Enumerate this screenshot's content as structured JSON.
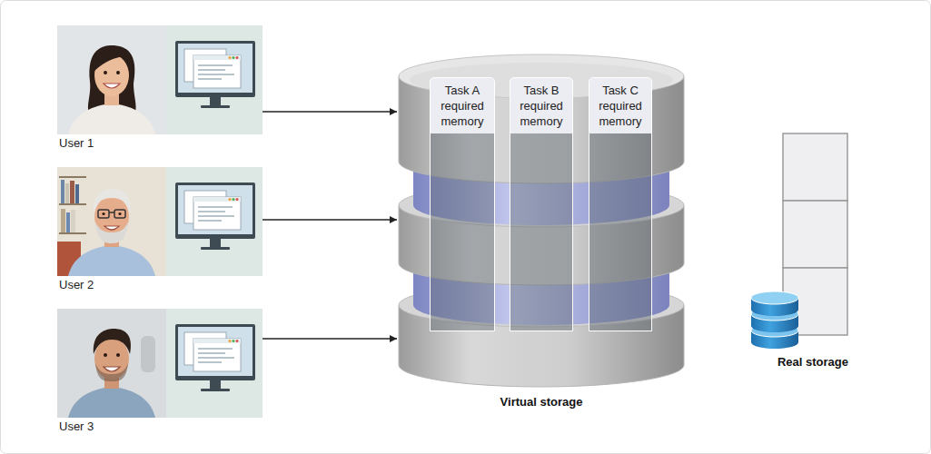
{
  "diagram": {
    "nodes": [
      {
        "text": [
          "User 1"
        ]
      },
      {
        "text": [
          "User 2"
        ]
      },
      {
        "text": [
          "User 3"
        ]
      },
      {
        "text": [
          "Virtual storage"
        ]
      },
      {
        "text": [
          "Task A required memory"
        ],
        "in": 3
      },
      {
        "text": [
          "Task B required memory"
        ],
        "in": 3
      },
      {
        "text": [
          "Task C required memory"
        ],
        "in": 3
      },
      {
        "text": [
          "Real storage"
        ]
      }
    ],
    "edges": [
      {
        "from": 0,
        "to": 3,
        "arrow": "to"
      },
      {
        "from": 1,
        "to": 3,
        "arrow": "to"
      },
      {
        "from": 2,
        "to": 3,
        "arrow": "to"
      }
    ]
  }
}
